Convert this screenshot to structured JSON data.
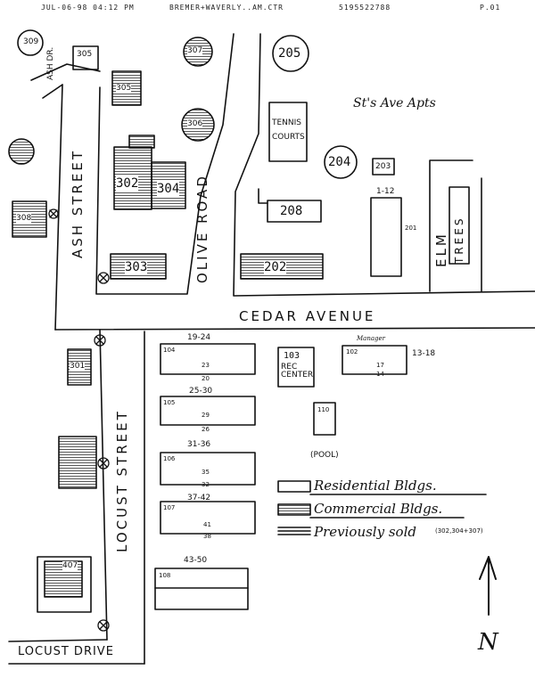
{
  "fax_header": {
    "datetime": "JUL-06-98 04:12 PM",
    "sender": "BREMER+WAVERLY..AM.CTR",
    "phone": "5195522788",
    "page": "P.01"
  },
  "streets": {
    "ash": "ASH STREET",
    "ash_dr": "ASH DR.",
    "olive": "OLIVE ROAD",
    "cedar": "CEDAR AVENUE",
    "locust": "LOCUST STREET",
    "locust_drive": "LOCUST DRIVE",
    "elm": "ELM",
    "trees": "TREES"
  },
  "places": {
    "tennis": "TENNIS COURTS",
    "apts": "St's Ave Apts",
    "rec_num": "103",
    "rec_label": "REC CENTER",
    "pool": "(POOL)",
    "manager": "Manager"
  },
  "buildings": {
    "b305": "305",
    "b309": "309",
    "b305b": "305",
    "b306": "306",
    "b307": "307",
    "b302": "302",
    "b304": "304",
    "b303": "303",
    "b308": "308",
    "b301": "301",
    "b407": "407",
    "b205": "205",
    "b204": "204",
    "b203": "203",
    "b208": "208",
    "b202": "202",
    "b201": "201",
    "b102": "102",
    "b104": "104",
    "b105": "105",
    "b106": "106",
    "b107": "107",
    "b108": "108",
    "b110": "110"
  },
  "units": {
    "u19_24": "19-24",
    "u13_18": "13-18",
    "u25_30": "25-30",
    "u31_36": "31-36",
    "u37_42": "37-42",
    "u43_50": "43-50",
    "u1_12": "1-12",
    "n23": "23",
    "n20": "20",
    "n29": "29",
    "n26": "26",
    "n35": "35",
    "n32": "32",
    "n17": "17",
    "n14": "14",
    "n41": "41",
    "n38": "38"
  },
  "legend": {
    "residential": "Residential Bldgs.",
    "commercial": "Commercial Bldgs.",
    "previously_sold": "Previously sold",
    "previously_sold_note": "(302,304+307)"
  },
  "north": "N",
  "markers": {
    "x": "X"
  }
}
